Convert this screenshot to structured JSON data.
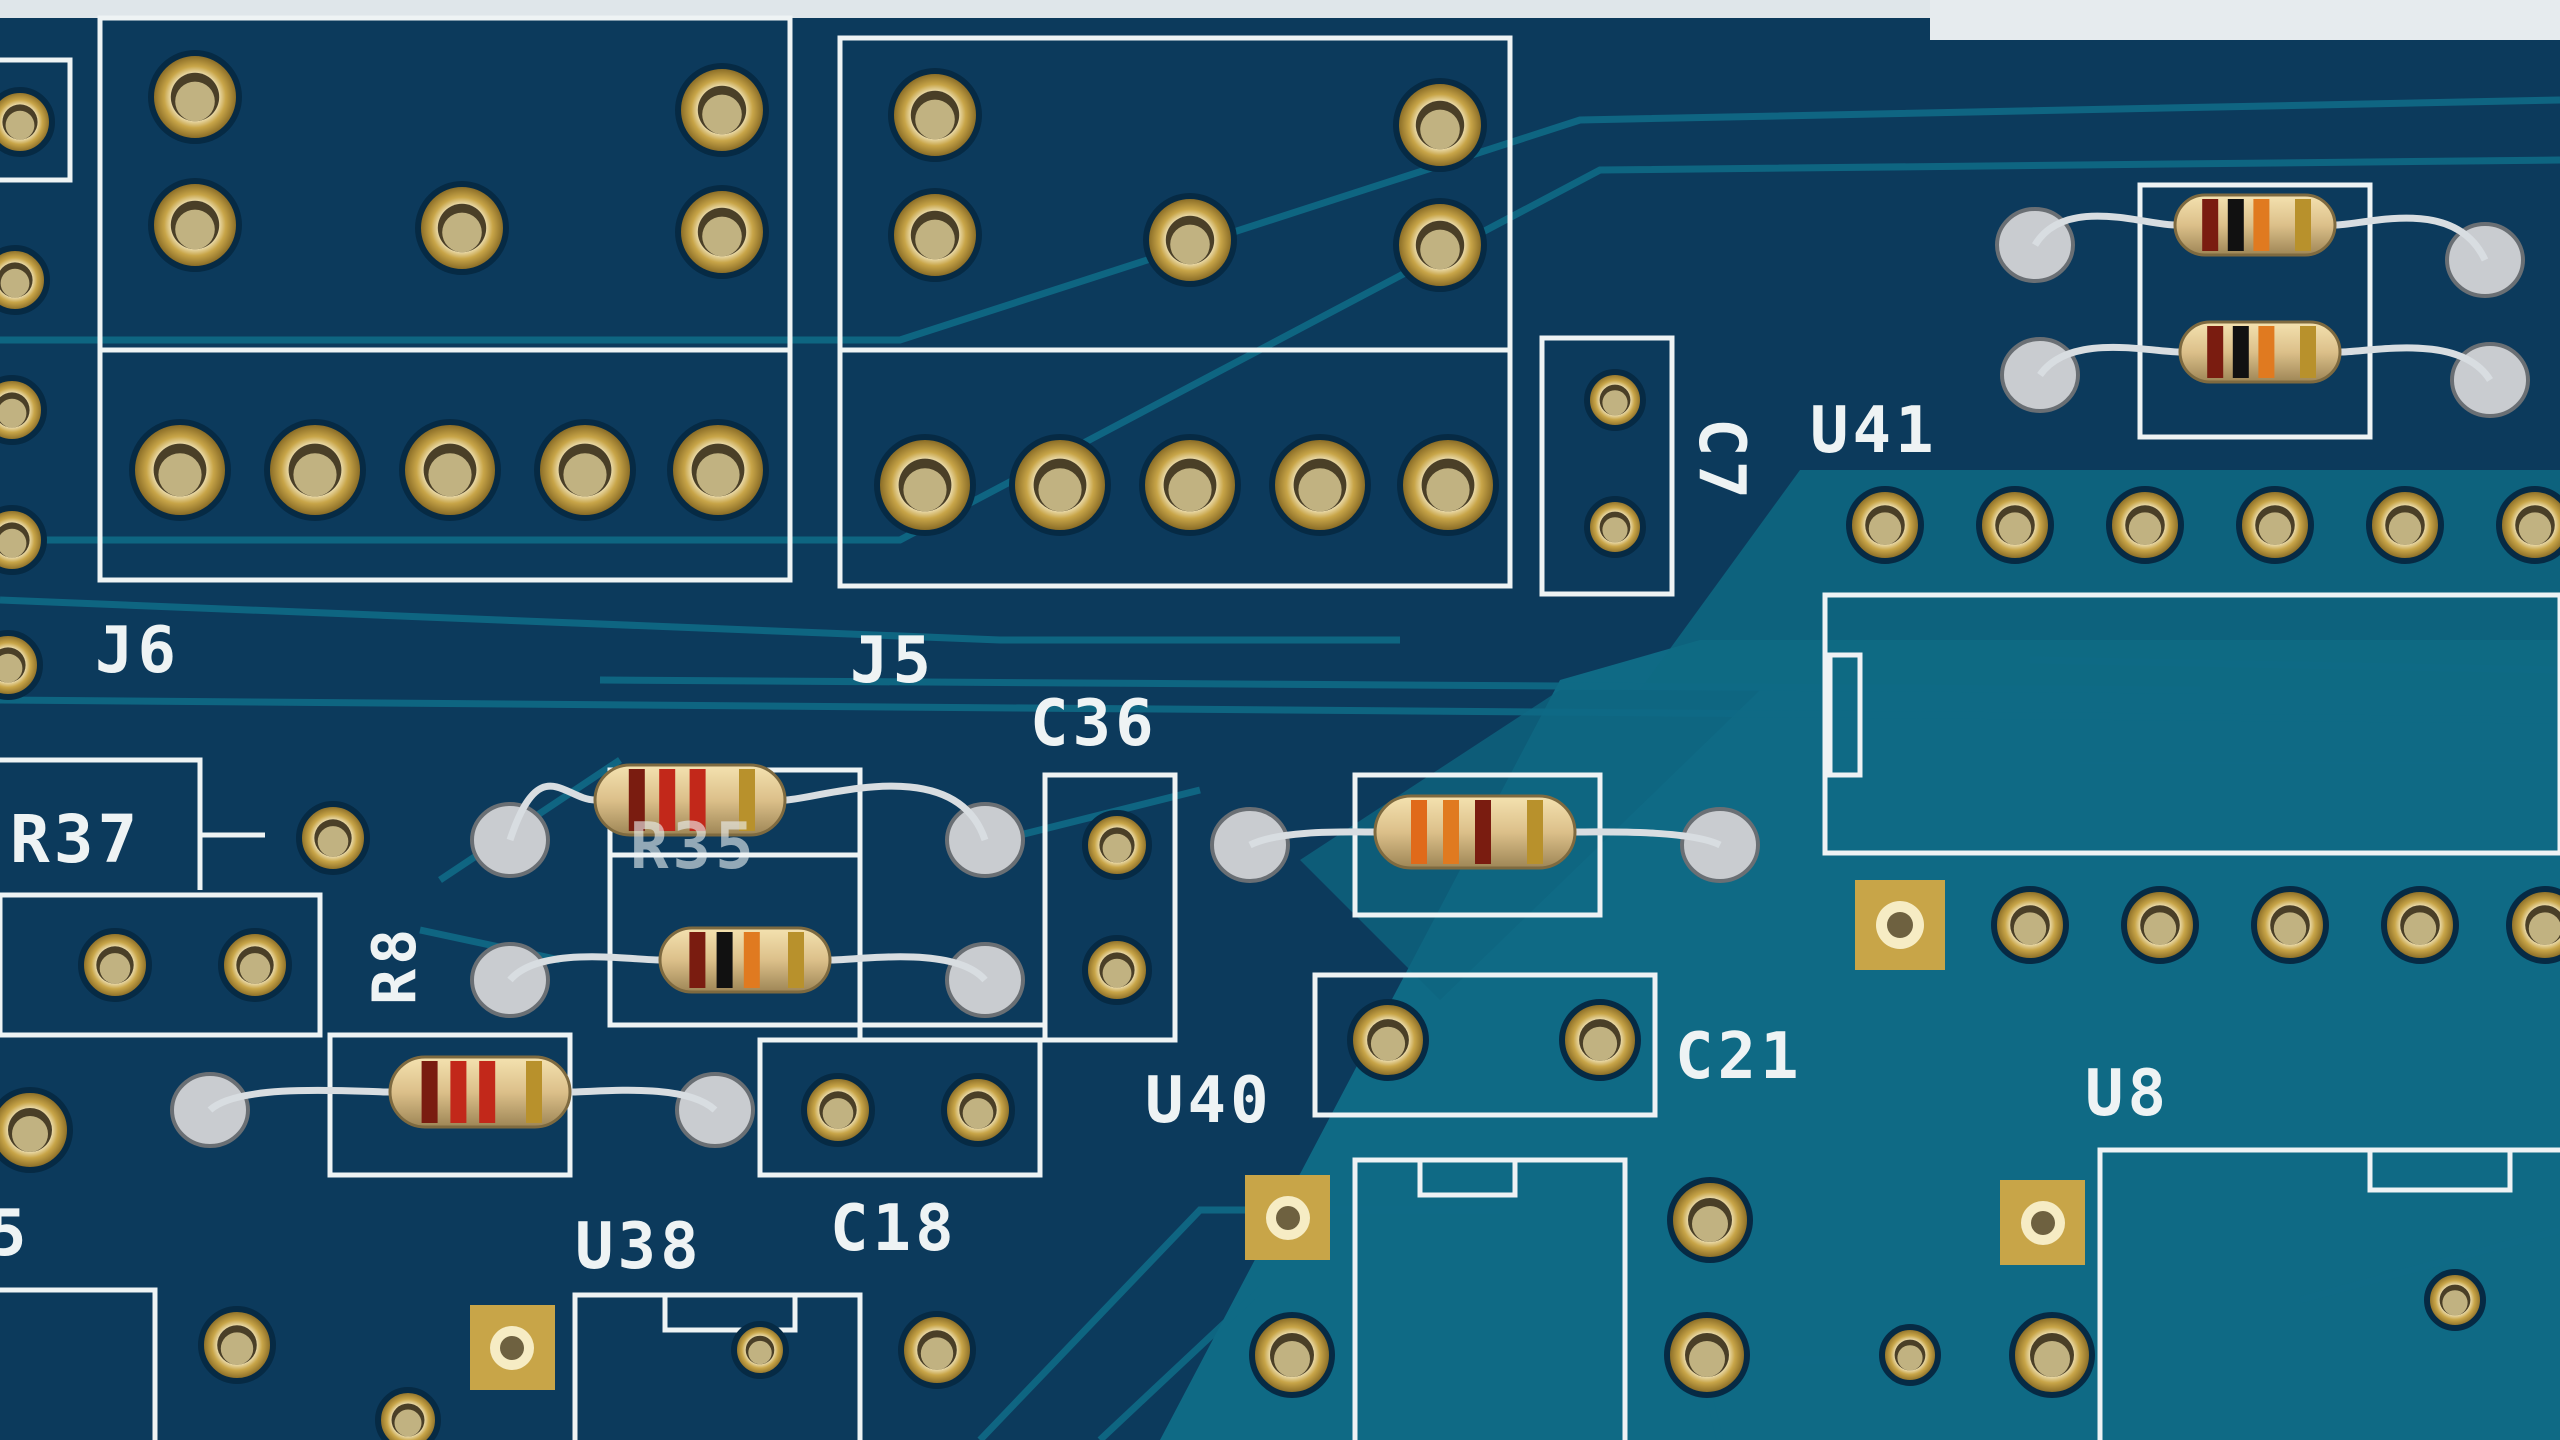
{
  "photo": {
    "subject": "blue printed circuit board with through-hole pads and soldered resistors",
    "colors": {
      "board": "#0d3f63",
      "board_light": "#0f6f86",
      "copper": "#c9a64a",
      "silkscreen": "#eef3f4"
    }
  },
  "silkscreen_labels": {
    "j6": "J6",
    "j5": "J5",
    "c36": "C36",
    "c7": "C7",
    "u41": "U41",
    "r37": "R37",
    "r35": "R35",
    "r8": "R8",
    "c21": "C21",
    "u40": "U40",
    "u8": "U8",
    "u38": "U38",
    "c18": "C18",
    "edge5": "5"
  },
  "components": [
    {
      "type": "resistor",
      "bands": [
        "#7a1c10",
        "#c2281a",
        "#c2281a",
        "#b8912c"
      ]
    },
    {
      "type": "resistor",
      "bands": [
        "#7a1c10",
        "#111111",
        "#e07a20",
        "#b8912c"
      ]
    },
    {
      "type": "resistor",
      "bands": [
        "#7a1c10",
        "#c2281a",
        "#c2281a",
        "#b8912c"
      ]
    },
    {
      "type": "resistor",
      "bands": [
        "#e06a1a",
        "#e07a20",
        "#7a1c10",
        "#b8912c"
      ]
    },
    {
      "type": "resistor",
      "bands": [
        "#7a1c10",
        "#111111",
        "#e07a20",
        "#b8912c"
      ]
    },
    {
      "type": "resistor",
      "bands": [
        "#7a1c10",
        "#111111",
        "#e07a20",
        "#b8912c"
      ]
    }
  ]
}
